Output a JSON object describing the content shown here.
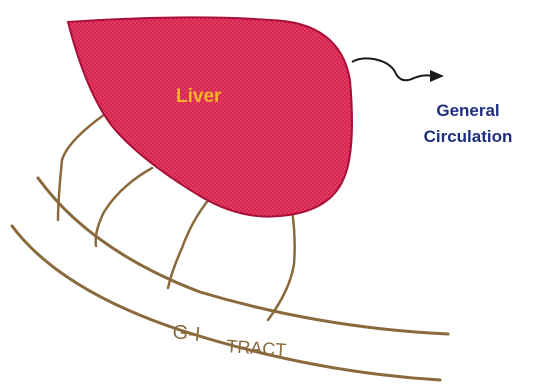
{
  "labels": {
    "liver": "Liver",
    "circulation_line1": "General",
    "circulation_line2": "Circulation",
    "tract_part1": "G-I",
    "tract_part2": "TRACT"
  },
  "colors": {
    "liver_fill": "#d8234f",
    "liver_stroke": "#a8103a",
    "liver_label": "#f3b428",
    "vessel": "#8a6a3c",
    "circulation_text": "#1f2f80",
    "arrow": "#1a1a1a",
    "tract_text": "#8a6a3c"
  }
}
